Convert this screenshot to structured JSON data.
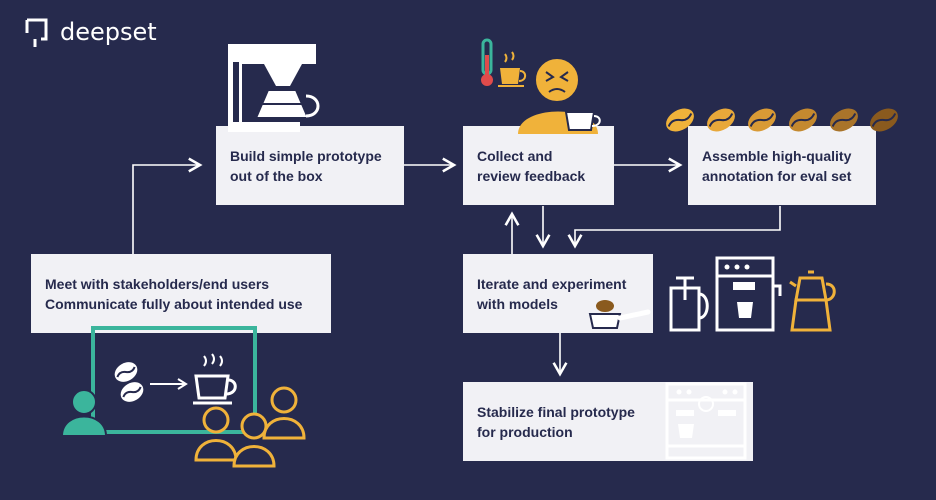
{
  "brand": {
    "logo_text": "deepset"
  },
  "colors": {
    "background": "#262a4d",
    "box": "#f1f1f5",
    "accent_gold": "#f0b23a",
    "accent_teal": "#3bb59c",
    "coffee_brown": "#8a5a1e"
  },
  "steps": {
    "meet": "Meet with stakeholders/end users\nCommunicate fully about intended use",
    "build": "Build simple prototype\nout of the box",
    "collect": "Collect and\nreview feedback",
    "assemble": "Assemble high-quality\nannotation for eval set",
    "iterate": "Iterate and experiment\nwith models",
    "stabilize": "Stabilize final prototype\nfor production"
  },
  "icons": [
    "logo-icon",
    "coffee-maker-icon",
    "thermometer-icon",
    "hot-coffee-cup-icon",
    "angry-face-icon",
    "coffee-beans-icon",
    "portafilter-icon",
    "french-press-icon",
    "espresso-machine-icon",
    "moka-pot-icon",
    "large-espresso-machine-icon",
    "people-group-icon",
    "beans-to-cup-icon"
  ]
}
